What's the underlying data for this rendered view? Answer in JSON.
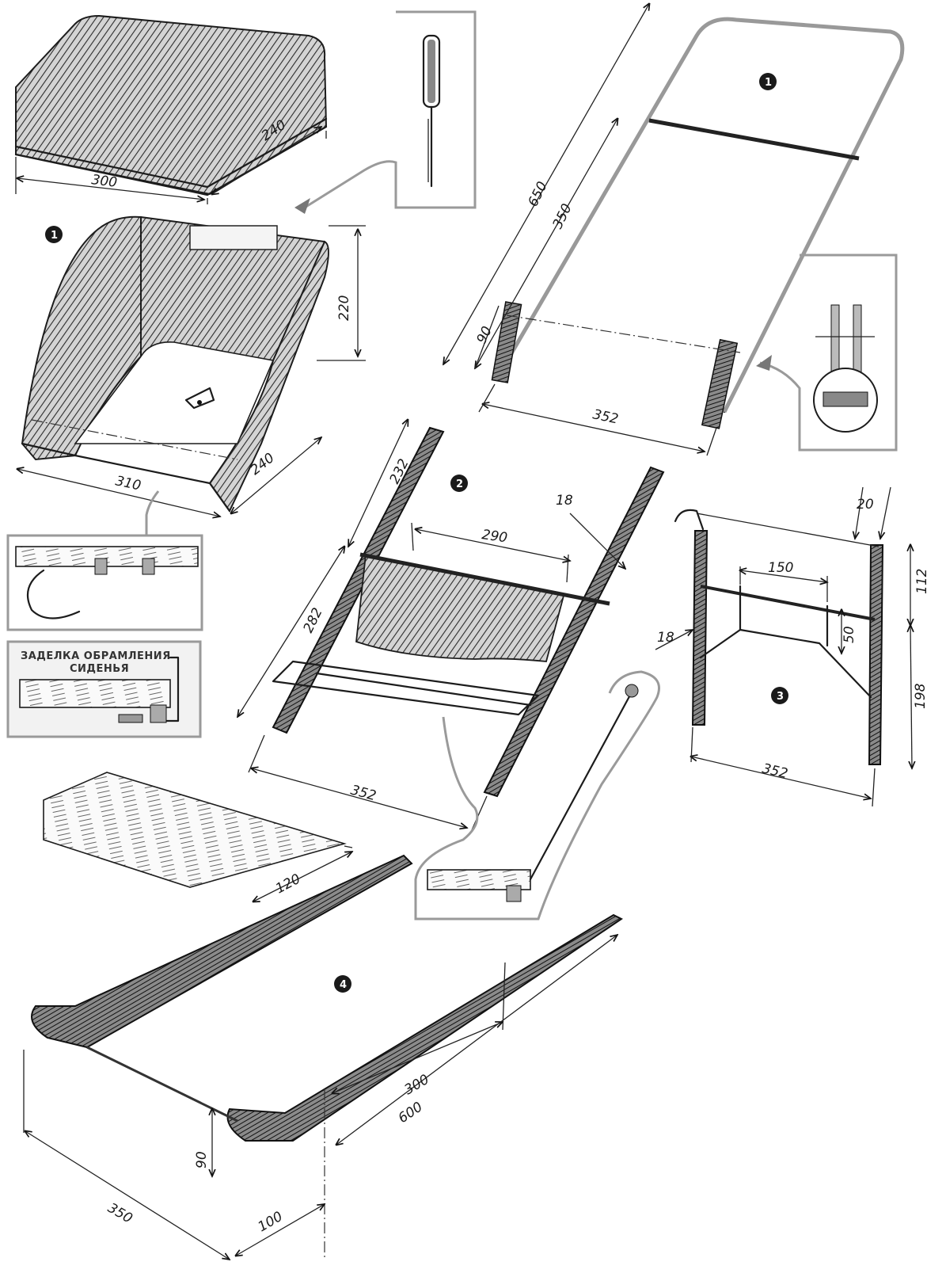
{
  "diagram": {
    "parts": {
      "cushion": {
        "dims": [
          "300",
          "240"
        ]
      },
      "seat": {
        "marker": "1",
        "dims": [
          "220",
          "310",
          "240"
        ]
      },
      "backrest": {
        "marker": "1",
        "dims": [
          "650",
          "350",
          "90",
          "352"
        ]
      },
      "frame": {
        "marker": "2",
        "dims": [
          "232",
          "282",
          "290",
          "18",
          "352"
        ]
      },
      "bracket": {
        "marker": "3",
        "dims": [
          "20",
          "150",
          "112",
          "50",
          "18",
          "198",
          "352"
        ]
      },
      "footrest": {
        "dims": [
          "120"
        ]
      },
      "sled": {
        "marker": "4",
        "dims": [
          "300",
          "600",
          "350",
          "90",
          "100"
        ]
      }
    },
    "inset_caption": {
      "line1": "ЗАДЕЛКА ОБРАМЛЕНИЯ",
      "line2": "СИДЕНЬЯ"
    }
  }
}
